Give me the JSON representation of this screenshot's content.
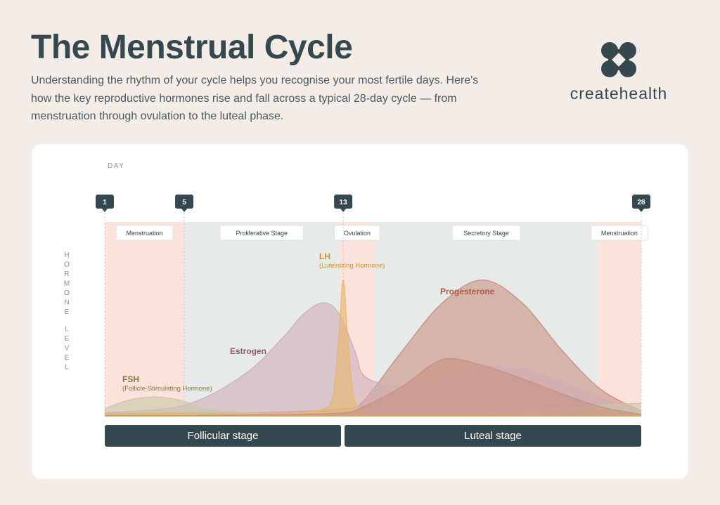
{
  "header": {
    "title": "The Menstrual Cycle",
    "subtitle": "Understanding the rhythm of your cycle helps you recognise your most fertile days. Here's how the key reproductive hormones rise and fall across a typical 28-day cycle — from menstruation through ovulation to the luteal phase."
  },
  "logo": {
    "brand": "createhealth",
    "icon": "cross-logo-icon",
    "color": "#36484f"
  },
  "chart_data": {
    "type": "area",
    "xlabel": "DAY",
    "ylabel": "HORMONE LEVEL",
    "xlim": [
      1,
      28
    ],
    "ylim": [
      0,
      100
    ],
    "day_markers": [
      "1",
      "5",
      "13",
      "28"
    ],
    "phases": [
      {
        "label": "Menstruation",
        "start": 1,
        "end": 5,
        "color": "#fbe3dc"
      },
      {
        "label": "Proliferative Stage",
        "start": 5,
        "end": 12.8,
        "color": "#e6ebea"
      },
      {
        "label": "Ovulation",
        "start": 12.8,
        "end": 14.6,
        "color": "#fbe3dc"
      },
      {
        "label": "Secretory Stage",
        "start": 14.6,
        "end": 25.8,
        "color": "#e6ebea"
      },
      {
        "label": "Menstruation",
        "start": 25.8,
        "end": 28,
        "color": "#fbe3dc"
      }
    ],
    "series": [
      {
        "name": "Progesterone",
        "color": "#c98f80",
        "x": [
          1,
          5,
          9,
          13,
          14,
          16,
          18,
          20,
          22,
          24,
          26,
          28
        ],
        "y": [
          2,
          1.5,
          2,
          4,
          8,
          35,
          60,
          72,
          60,
          35,
          14,
          3
        ]
      },
      {
        "name": "Estrogen",
        "color": "#cfaeb8",
        "x": [
          1,
          5,
          8,
          10,
          11,
          12,
          12.8,
          13.6,
          14,
          15,
          16,
          18,
          20,
          22,
          24,
          26,
          28
        ],
        "y": [
          2,
          6,
          22,
          42,
          54,
          60,
          54,
          34,
          22,
          17,
          16,
          20,
          26,
          25,
          18,
          10,
          3
        ]
      },
      {
        "name": "FSH",
        "color": "#c9c7a6",
        "x": [
          1,
          2,
          3,
          4,
          5,
          6,
          8,
          12,
          12.8,
          13.5,
          14,
          16,
          20,
          24,
          26,
          28
        ],
        "y": [
          4,
          8,
          10,
          10,
          8,
          4,
          2,
          2,
          3,
          3,
          1,
          1,
          2,
          4,
          6,
          7
        ]
      },
      {
        "name": "LH",
        "color": "#e8b76a",
        "x": [
          1,
          5,
          10,
          12,
          12.5,
          12.8,
          13,
          13.2,
          13.5,
          14,
          15,
          20,
          28
        ],
        "y": [
          1,
          2,
          2,
          4,
          12,
          45,
          72,
          45,
          12,
          2,
          1,
          1,
          1
        ]
      },
      {
        "name": "Progesterone",
        "color": "#c98f80",
        "x": [
          1,
          5,
          10,
          13,
          14,
          16,
          18,
          20,
          22,
          24,
          26,
          28
        ],
        "y": [
          0.5,
          0.5,
          1,
          2,
          5,
          16,
          30,
          27,
          20,
          12,
          5,
          1
        ]
      }
    ],
    "labels": {
      "fsh": {
        "name": "FSH",
        "full": "(Follicle-Stimulating Hormone)"
      },
      "estrogen": {
        "name": "Estrogen"
      },
      "lh": {
        "name": "LH",
        "full": "(Luteinizing Hormone)"
      },
      "progesterone": {
        "name": "Progesterone"
      }
    },
    "label_colors": {
      "FSH": "#7d7745",
      "Estrogen": "#8f5870",
      "LH": "#c9933b",
      "Progesterone": "#b05848"
    },
    "stages": [
      {
        "label": "Follicular stage",
        "start": 1,
        "end": 14
      },
      {
        "label": "Luteal stage",
        "start": 14,
        "end": 28
      }
    ]
  }
}
